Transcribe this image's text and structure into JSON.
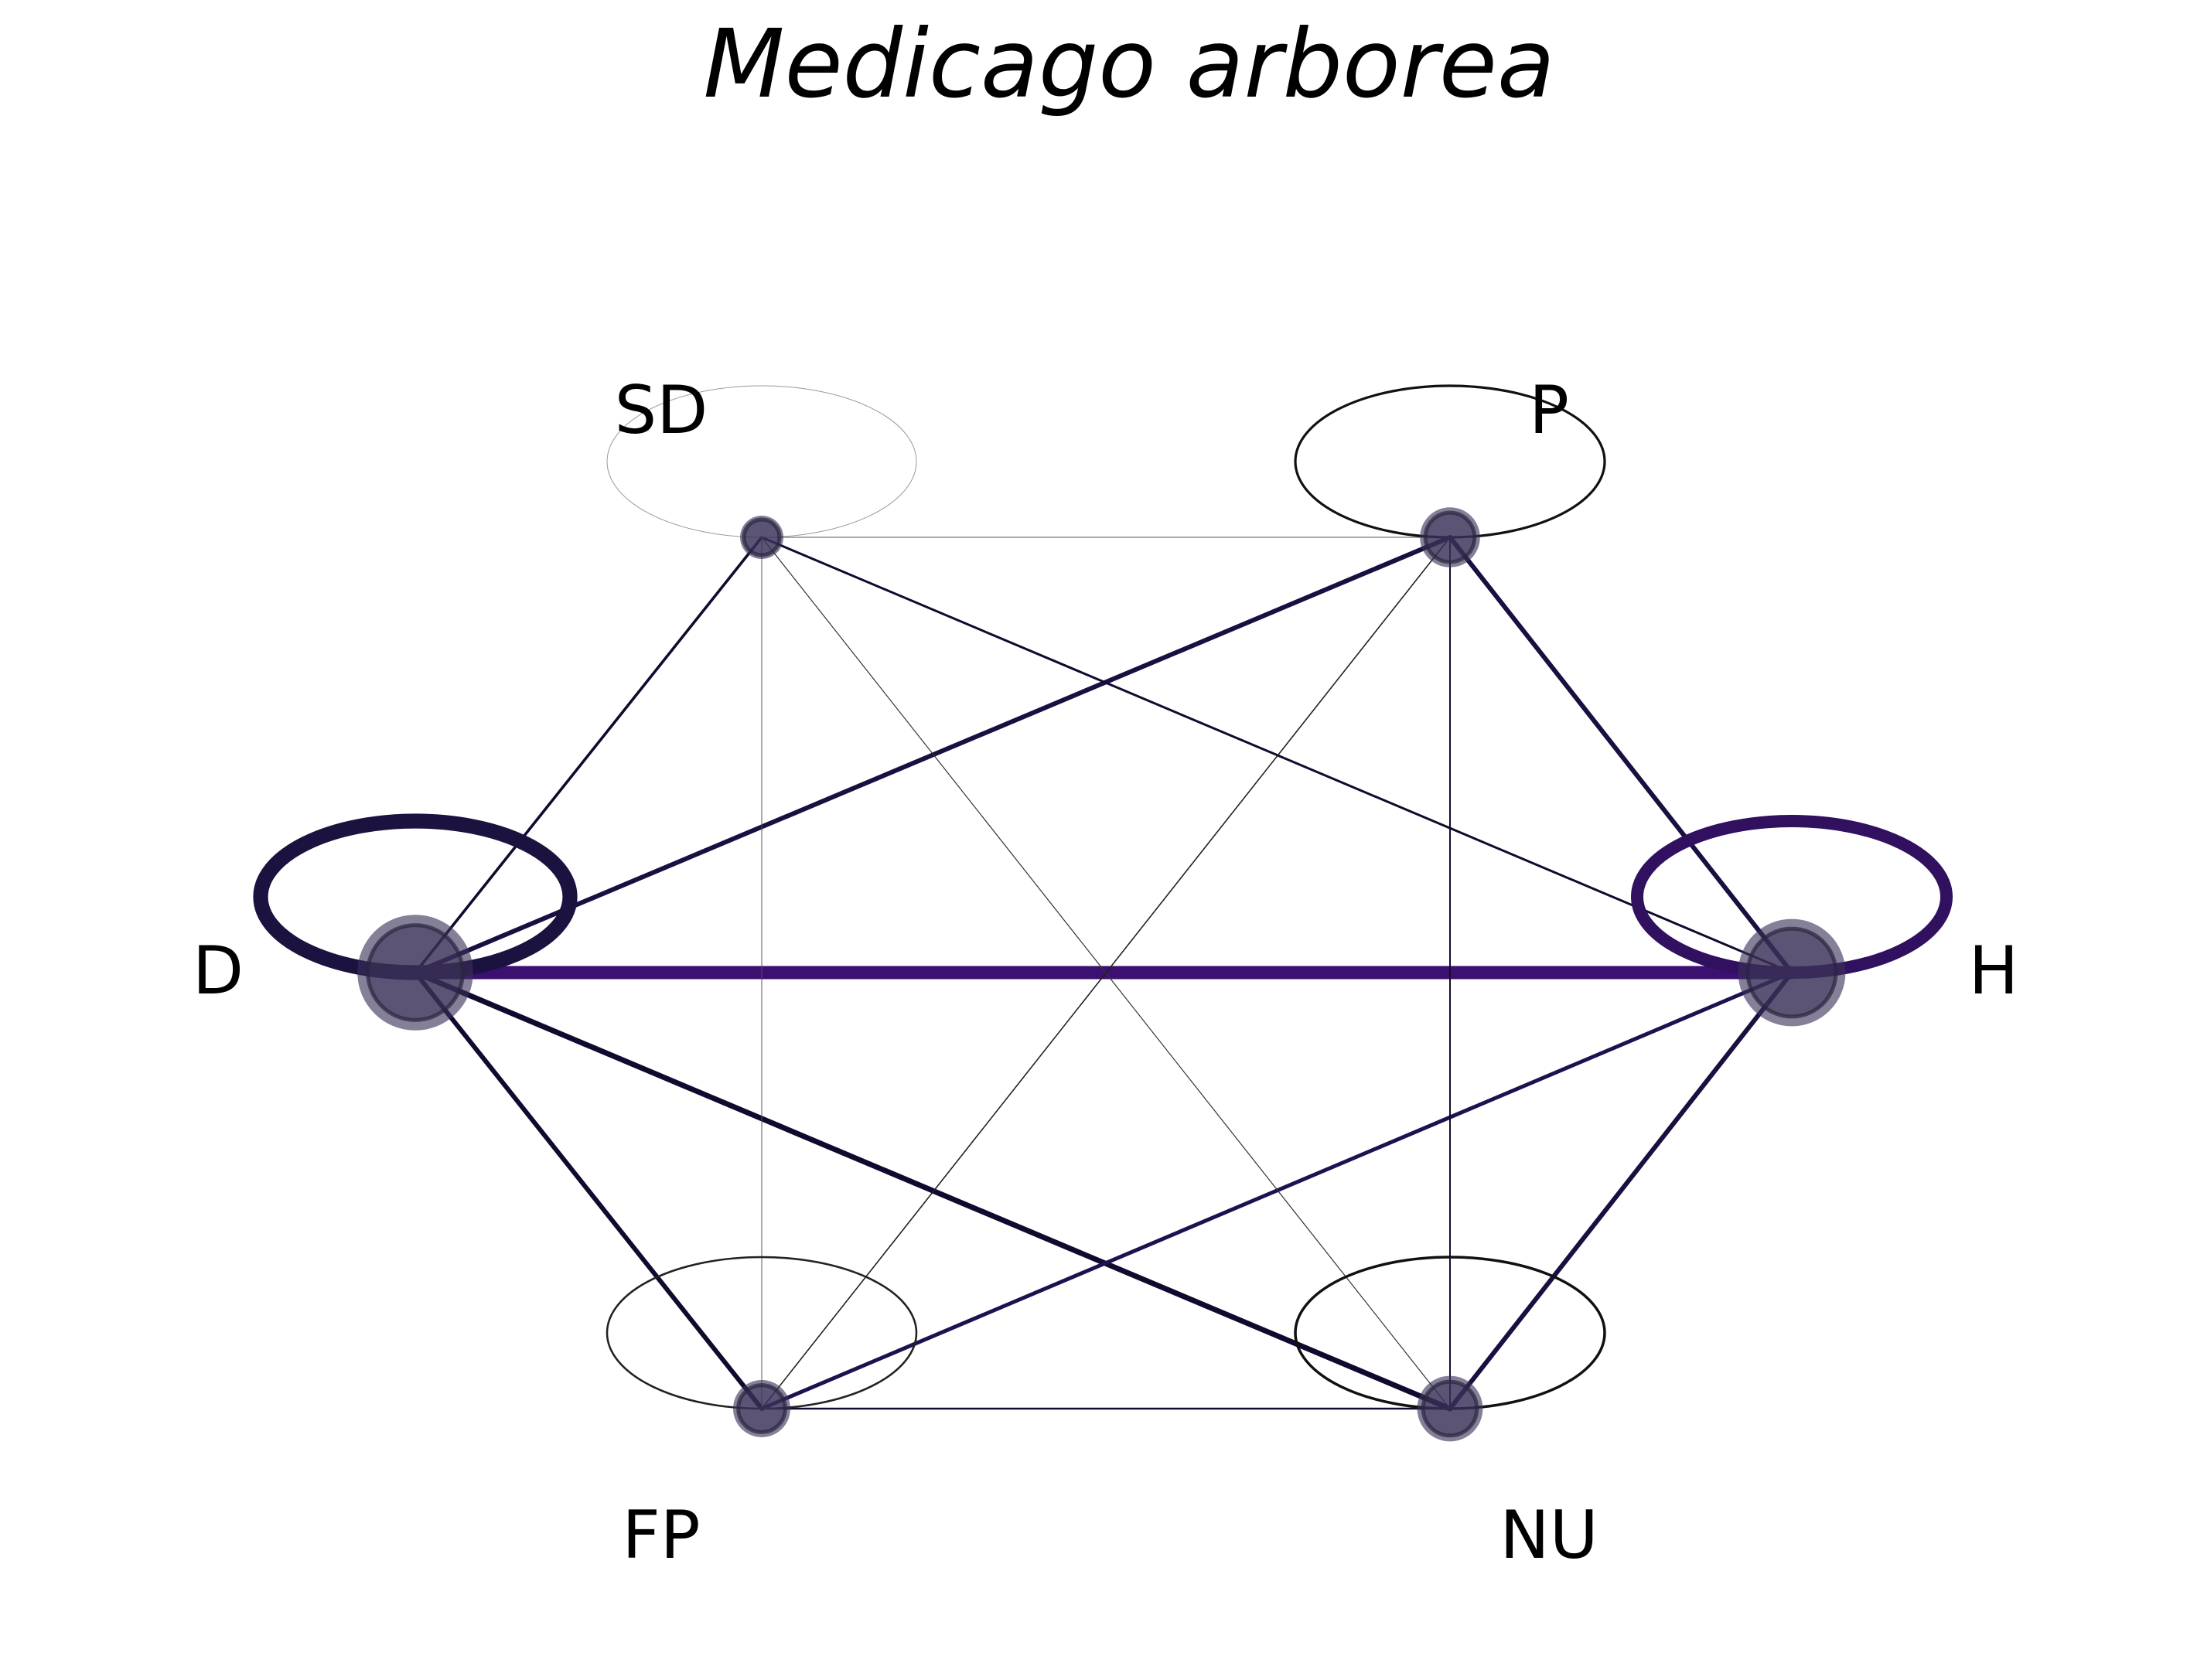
{
  "title": "Medicago arborea",
  "colors": {
    "node_fill": "#3b3158",
    "node_stroke": "#2a2540",
    "edge_dark": "#120a2e",
    "edge_purple": "#3b1070"
  },
  "nodes": [
    {
      "id": "SD",
      "label": "SD",
      "size": 1.0,
      "self_loop": 0.3
    },
    {
      "id": "P",
      "label": "P",
      "size": 1.6,
      "self_loop": 1.0
    },
    {
      "id": "D",
      "label": "D",
      "size": 3.6,
      "self_loop": 6.0
    },
    {
      "id": "H",
      "label": "H",
      "size": 3.3,
      "self_loop": 5.0
    },
    {
      "id": "FP",
      "label": "FP",
      "size": 1.5,
      "self_loop": 0.8
    },
    {
      "id": "NU",
      "label": "NU",
      "size": 1.8,
      "self_loop": 1.1
    }
  ],
  "edges": [
    {
      "source": "D",
      "target": "H",
      "weight": 8.5,
      "color": "#3b1070"
    },
    {
      "source": "D",
      "target": "P",
      "weight": 3.0,
      "color": "#1a0f40"
    },
    {
      "source": "D",
      "target": "NU",
      "weight": 3.5,
      "color": "#120a2e"
    },
    {
      "source": "D",
      "target": "FP",
      "weight": 3.0,
      "color": "#120a2e"
    },
    {
      "source": "D",
      "target": "SD",
      "weight": 1.8,
      "color": "#120a2e"
    },
    {
      "source": "H",
      "target": "P",
      "weight": 3.0,
      "color": "#1a0f40"
    },
    {
      "source": "H",
      "target": "NU",
      "weight": 3.0,
      "color": "#1a0f40"
    },
    {
      "source": "H",
      "target": "FP",
      "weight": 2.5,
      "color": "#1f1050"
    },
    {
      "source": "H",
      "target": "SD",
      "weight": 1.5,
      "color": "#120a2e"
    },
    {
      "source": "SD",
      "target": "P",
      "weight": 0.5,
      "color": "#555555"
    },
    {
      "source": "SD",
      "target": "FP",
      "weight": 0.5,
      "color": "#555555"
    },
    {
      "source": "SD",
      "target": "NU",
      "weight": 0.6,
      "color": "#333333"
    },
    {
      "source": "P",
      "target": "FP",
      "weight": 0.8,
      "color": "#222222"
    },
    {
      "source": "P",
      "target": "NU",
      "weight": 1.0,
      "color": "#120a2e"
    },
    {
      "source": "FP",
      "target": "NU",
      "weight": 1.2,
      "color": "#120a2e"
    }
  ],
  "self_loop_colors": {
    "SD": "#999999",
    "P": "#111111",
    "D": "#1c1240",
    "H": "#311060",
    "FP": "#222222",
    "NU": "#111111"
  }
}
